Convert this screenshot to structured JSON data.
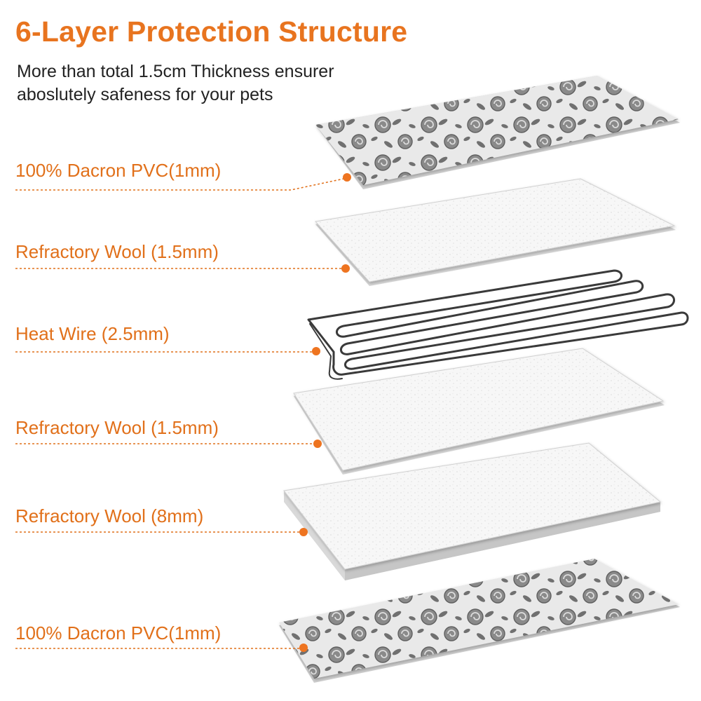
{
  "title": "6-Layer Protection Structure",
  "subtitle": {
    "line1": "More than total 1.5cm Thickness ensurer",
    "line2": "aboslutely safeness for your pets"
  },
  "accent_color": "#e8741f",
  "layers": [
    {
      "label": "100% Dacron PVC(1mm)",
      "material": "patterned"
    },
    {
      "label": "Refractory Wool (1.5mm)",
      "material": "wool"
    },
    {
      "label": "Heat Wire (2.5mm)",
      "material": "wire"
    },
    {
      "label": "Refractory Wool (1.5mm)",
      "material": "wool"
    },
    {
      "label": "Refractory Wool (8mm)",
      "material": "wool"
    },
    {
      "label": "100% Dacron PVC(1mm)",
      "material": "patterned"
    }
  ]
}
